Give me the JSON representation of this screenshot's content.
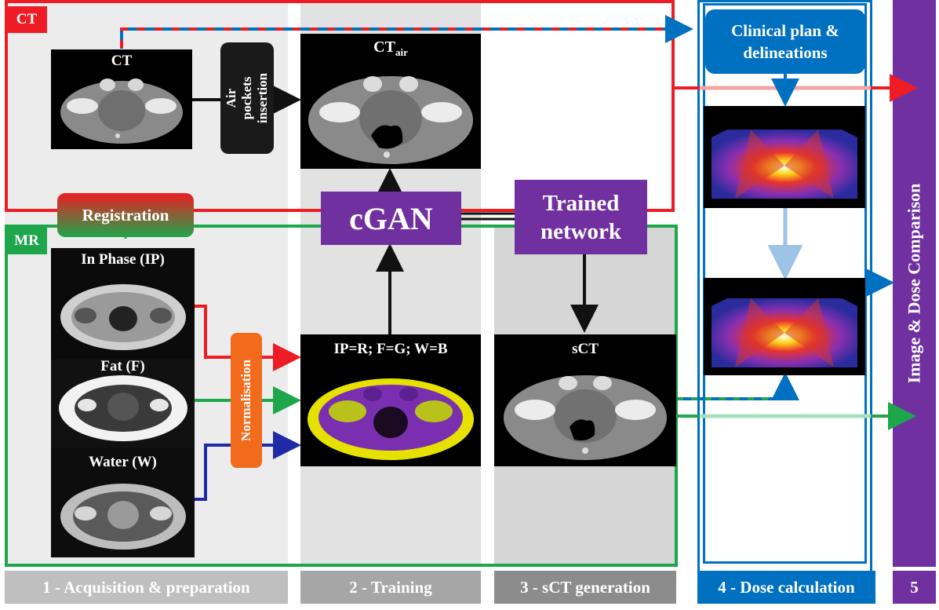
{
  "labels": {
    "ct_tag": "CT",
    "mr_tag": "MR",
    "ct_image": "CT",
    "ctair_main": "CT",
    "ctair_sub": "air",
    "air_pockets": "Air pockets insertion",
    "registration": "Registration",
    "cgan": "cGAN",
    "trained_network": "Trained network",
    "in_phase": "In Phase (IP)",
    "fat": "Fat (F)",
    "water": "Water (W)",
    "normalisation": "Normalisation",
    "rgb_mapping": "IP=R; F=G; W=B",
    "sct": "sCT",
    "clinical_plan": "Clinical plan & delineations",
    "comparison": "Image & Dose Comparison"
  },
  "stages": [
    {
      "label": "1 - Acquisition & preparation"
    },
    {
      "label": "2 - Training"
    },
    {
      "label": "3 - sCT generation"
    },
    {
      "label": "4 - Dose calculation"
    },
    {
      "label": "5"
    }
  ],
  "colors": {
    "ct_red": "#ee1c24",
    "mr_green": "#1ea64b",
    "blue": "#0070c0",
    "purple": "#7030a0",
    "orange": "#f26b1d",
    "navy": "#1f2aa6"
  }
}
